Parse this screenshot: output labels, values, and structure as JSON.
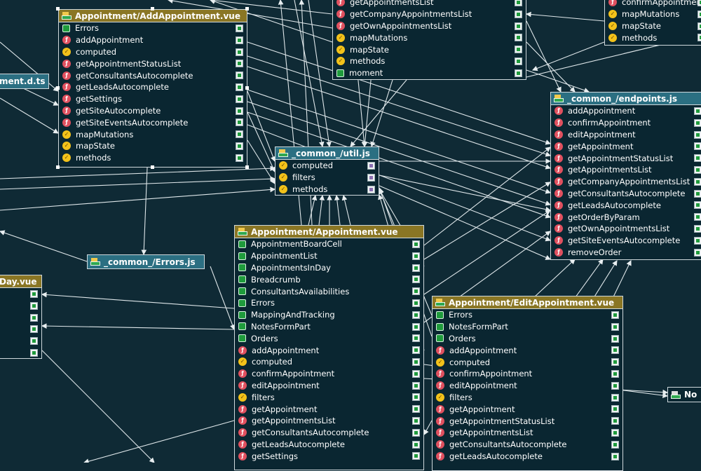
{
  "nodes": {
    "add_appointment": {
      "title": "Appointment/AddAppointment.vue",
      "rows": [
        {
          "label": "Errors",
          "icon": "component-icon"
        },
        {
          "label": "addAppointment",
          "icon": "method-icon"
        },
        {
          "label": "computed",
          "icon": "computed-icon"
        },
        {
          "label": "getAppointmentStatusList",
          "icon": "method-icon"
        },
        {
          "label": "getConsultantsAutocomplete",
          "icon": "method-icon"
        },
        {
          "label": "getLeadsAutocomplete",
          "icon": "method-icon"
        },
        {
          "label": "getSettings",
          "icon": "method-icon"
        },
        {
          "label": "getSiteAutocomplete",
          "icon": "method-icon"
        },
        {
          "label": "getSiteEventsAutocomplete",
          "icon": "method-icon"
        },
        {
          "label": "mapMutations",
          "icon": "computed-icon"
        },
        {
          "label": "mapState",
          "icon": "computed-icon"
        },
        {
          "label": "methods",
          "icon": "computed-icon"
        }
      ]
    },
    "top_middle": {
      "title": "",
      "rows": [
        {
          "label": "getAppointmentsList",
          "icon": "method-icon"
        },
        {
          "label": "getCompanyAppointmentsList",
          "icon": "method-icon"
        },
        {
          "label": "getOwnAppointmentsList",
          "icon": "method-icon"
        },
        {
          "label": "mapMutations",
          "icon": "computed-icon"
        },
        {
          "label": "mapState",
          "icon": "computed-icon"
        },
        {
          "label": "methods",
          "icon": "computed-icon"
        },
        {
          "label": "moment",
          "icon": "component-icon"
        }
      ]
    },
    "top_right": {
      "title": "",
      "rows": [
        {
          "label": "confirmAppointment",
          "icon": "method-icon"
        },
        {
          "label": "mapMutations",
          "icon": "computed-icon"
        },
        {
          "label": "mapState",
          "icon": "computed-icon"
        },
        {
          "label": "methods",
          "icon": "computed-icon"
        }
      ]
    },
    "endpoints": {
      "title": "_common_/endpoints.js",
      "rows": [
        {
          "label": "addAppointment",
          "icon": "method-icon"
        },
        {
          "label": "confirmAppointment",
          "icon": "method-icon"
        },
        {
          "label": "editAppointment",
          "icon": "method-icon"
        },
        {
          "label": "getAppointment",
          "icon": "method-icon"
        },
        {
          "label": "getAppointmentStatusList",
          "icon": "method-icon"
        },
        {
          "label": "getAppointmentsList",
          "icon": "method-icon"
        },
        {
          "label": "getCompanyAppointmentsList",
          "icon": "method-icon"
        },
        {
          "label": "getConsultantsAutocomplete",
          "icon": "method-icon"
        },
        {
          "label": "getLeadsAutocomplete",
          "icon": "method-icon"
        },
        {
          "label": "getOrderByParam",
          "icon": "method-icon"
        },
        {
          "label": "getOwnAppointmentsList",
          "icon": "method-icon"
        },
        {
          "label": "getSiteEventsAutocomplete",
          "icon": "method-icon"
        },
        {
          "label": "removeOrder",
          "icon": "method-icon"
        }
      ]
    },
    "util": {
      "title": "_common_/util.js",
      "rows": [
        {
          "label": "computed",
          "icon": "computed-icon"
        },
        {
          "label": "filters",
          "icon": "computed-icon"
        },
        {
          "label": "methods",
          "icon": "computed-icon"
        }
      ]
    },
    "errors": {
      "title": "_common_/Errors.js",
      "rows": []
    },
    "left_ts": {
      "title": "ment.d.ts",
      "rows": []
    },
    "day_vue": {
      "title": "Day.vue",
      "rows": [
        {
          "label": "",
          "icon": ""
        },
        {
          "label": "",
          "icon": ""
        },
        {
          "label": "",
          "icon": ""
        },
        {
          "label": "",
          "icon": ""
        },
        {
          "label": "",
          "icon": ""
        },
        {
          "label": "",
          "icon": ""
        }
      ]
    },
    "appointment": {
      "title": "Appointment/Appointment.vue",
      "rows": [
        {
          "label": "AppointmentBoardCell",
          "icon": "component-icon"
        },
        {
          "label": "AppointmentList",
          "icon": "component-icon"
        },
        {
          "label": "AppointmentsInDay",
          "icon": "component-icon"
        },
        {
          "label": "Breadcrumb",
          "icon": "component-icon"
        },
        {
          "label": "ConsultantsAvailabilities",
          "icon": "component-icon"
        },
        {
          "label": "Errors",
          "icon": "component-icon"
        },
        {
          "label": "MappingAndTracking",
          "icon": "component-icon"
        },
        {
          "label": "NotesFormPart",
          "icon": "component-icon"
        },
        {
          "label": "Orders",
          "icon": "component-icon"
        },
        {
          "label": "addAppointment",
          "icon": "method-icon"
        },
        {
          "label": "computed",
          "icon": "computed-icon"
        },
        {
          "label": "confirmAppointment",
          "icon": "method-icon"
        },
        {
          "label": "editAppointment",
          "icon": "method-icon"
        },
        {
          "label": "filters",
          "icon": "computed-icon"
        },
        {
          "label": "getAppointment",
          "icon": "method-icon"
        },
        {
          "label": "getAppointmentsList",
          "icon": "method-icon"
        },
        {
          "label": "getConsultantsAutocomplete",
          "icon": "method-icon"
        },
        {
          "label": "getLeadsAutocomplete",
          "icon": "method-icon"
        },
        {
          "label": "getSettings",
          "icon": "method-icon"
        }
      ]
    },
    "edit_appointment": {
      "title": "Appointment/EditAppointment.vue",
      "rows": [
        {
          "label": "Errors",
          "icon": "component-icon"
        },
        {
          "label": "NotesFormPart",
          "icon": "component-icon"
        },
        {
          "label": "Orders",
          "icon": "component-icon"
        },
        {
          "label": "addAppointment",
          "icon": "method-icon"
        },
        {
          "label": "computed",
          "icon": "computed-icon"
        },
        {
          "label": "confirmAppointment",
          "icon": "method-icon"
        },
        {
          "label": "editAppointment",
          "icon": "method-icon"
        },
        {
          "label": "filters",
          "icon": "computed-icon"
        },
        {
          "label": "getAppointment",
          "icon": "method-icon"
        },
        {
          "label": "getAppointmentStatusList",
          "icon": "method-icon"
        },
        {
          "label": "getAppointmentsList",
          "icon": "method-icon"
        },
        {
          "label": "getConsultantsAutocomplete",
          "icon": "method-icon"
        },
        {
          "label": "getLeadsAutocomplete",
          "icon": "method-icon"
        }
      ]
    },
    "no_node": {
      "title": "No",
      "rows": []
    }
  }
}
